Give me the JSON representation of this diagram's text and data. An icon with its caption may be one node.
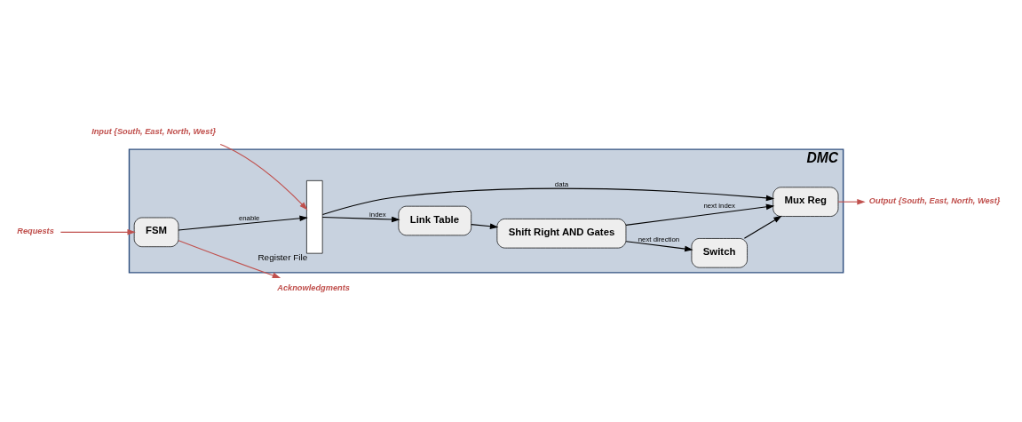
{
  "diagram": {
    "nodes": [
      {
        "text": [
          "DMC"
        ]
      },
      {
        "text": [
          "FSM"
        ],
        "in": 0
      },
      {
        "text": [],
        "shape": "bar",
        "beside": [
          "Register File"
        ],
        "in": 0
      },
      {
        "text": [
          "Link Table"
        ],
        "in": 0
      },
      {
        "text": [
          "Shift Right AND Gates"
        ],
        "in": 0
      },
      {
        "text": [
          "Switch"
        ],
        "in": 0
      },
      {
        "text": [
          "Mux Reg"
        ],
        "in": 0
      },
      {
        "text": [
          "Requests"
        ]
      },
      {
        "text": [
          "Acknowledgments"
        ]
      },
      {
        "text": [
          "Input {South, East, North, West}"
        ]
      },
      {
        "text": [
          "Output {South, East, North, West}"
        ]
      }
    ],
    "edges": [
      {
        "from": 7,
        "to": 1,
        "arrow": "to",
        "color": "#c0504d"
      },
      {
        "from": 1,
        "to": 8,
        "arrow": "to",
        "color": "#c0504d"
      },
      {
        "from": 1,
        "to": 2,
        "arrow": "to",
        "label": "enable"
      },
      {
        "from": 9,
        "to": 2,
        "arrow": "to",
        "color": "#c0504d"
      },
      {
        "from": 2,
        "to": 3,
        "arrow": "to",
        "label": "index"
      },
      {
        "from": 3,
        "to": 4,
        "arrow": "to"
      },
      {
        "from": 4,
        "to": 5,
        "arrow": "to",
        "label": "next direction"
      },
      {
        "from": 4,
        "to": 6,
        "arrow": "to",
        "label": "next index"
      },
      {
        "from": 5,
        "to": 6,
        "arrow": "to"
      },
      {
        "from": 2,
        "to": 6,
        "arrow": "to",
        "label": "data"
      },
      {
        "from": 6,
        "to": 10,
        "arrow": "to",
        "color": "#c0504d"
      }
    ]
  }
}
